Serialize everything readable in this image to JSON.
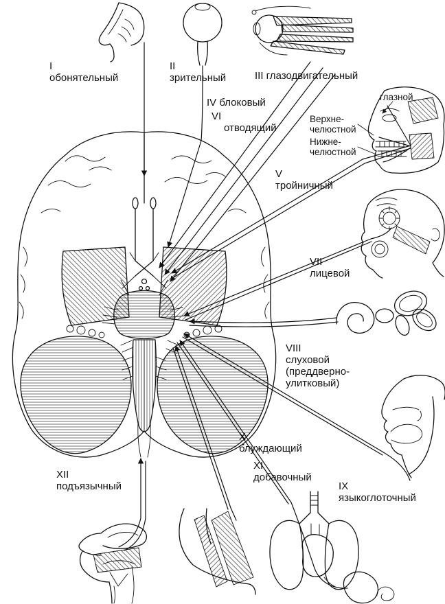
{
  "figure": {
    "kind": "anatomical-line-diagram",
    "subject": "cranial-nerves-base-of-brain",
    "language": "ru"
  },
  "colors": {
    "ink": "#111111",
    "background": "#ffffff"
  },
  "labels": {
    "I": {
      "l1": "I",
      "l2": "обонятельный"
    },
    "II": {
      "l1": "II",
      "l2": "зрительный"
    },
    "III": {
      "l1": "III глазодвигательный"
    },
    "IV": {
      "l1": "IV блоковый"
    },
    "V": {
      "l1": "V",
      "l2": "тройничный"
    },
    "VI": {
      "l1": "VI",
      "l2": "отводящий"
    },
    "VII": {
      "l1": "VII",
      "l2": "лицевой"
    },
    "VIII": {
      "l1": "VIII",
      "l2": "слуховой",
      "l3": "(преддверно-",
      "l4": "улитковый)"
    },
    "IX": {
      "l1": "IX",
      "l2": "языкоглоточный"
    },
    "X": {
      "l1": "X",
      "l2": "блуждающий"
    },
    "XI": {
      "l1": "XI",
      "l2": "добавочный"
    },
    "XII": {
      "l1": "XII",
      "l2": "подъязычный"
    }
  },
  "trigeminal_branches": {
    "ophthalmic": {
      "l1": "глазной"
    },
    "maxillary": {
      "l1": "Верхне-",
      "l2": "челюстной"
    },
    "mandibular": {
      "l1": "Нижне-",
      "l2": "челюстной"
    }
  },
  "illustrations": [
    "nose-sagittal",
    "eyeball-optic-nerve",
    "extraocular-muscles",
    "face-jaw-trigeminal",
    "head-facial-muscles",
    "inner-ear-cochlea",
    "head-pharynx-sagittal",
    "brain-base-inferior-view",
    "tongue-larynx",
    "neck-shoulder-muscles",
    "lungs-heart-stomach"
  ]
}
